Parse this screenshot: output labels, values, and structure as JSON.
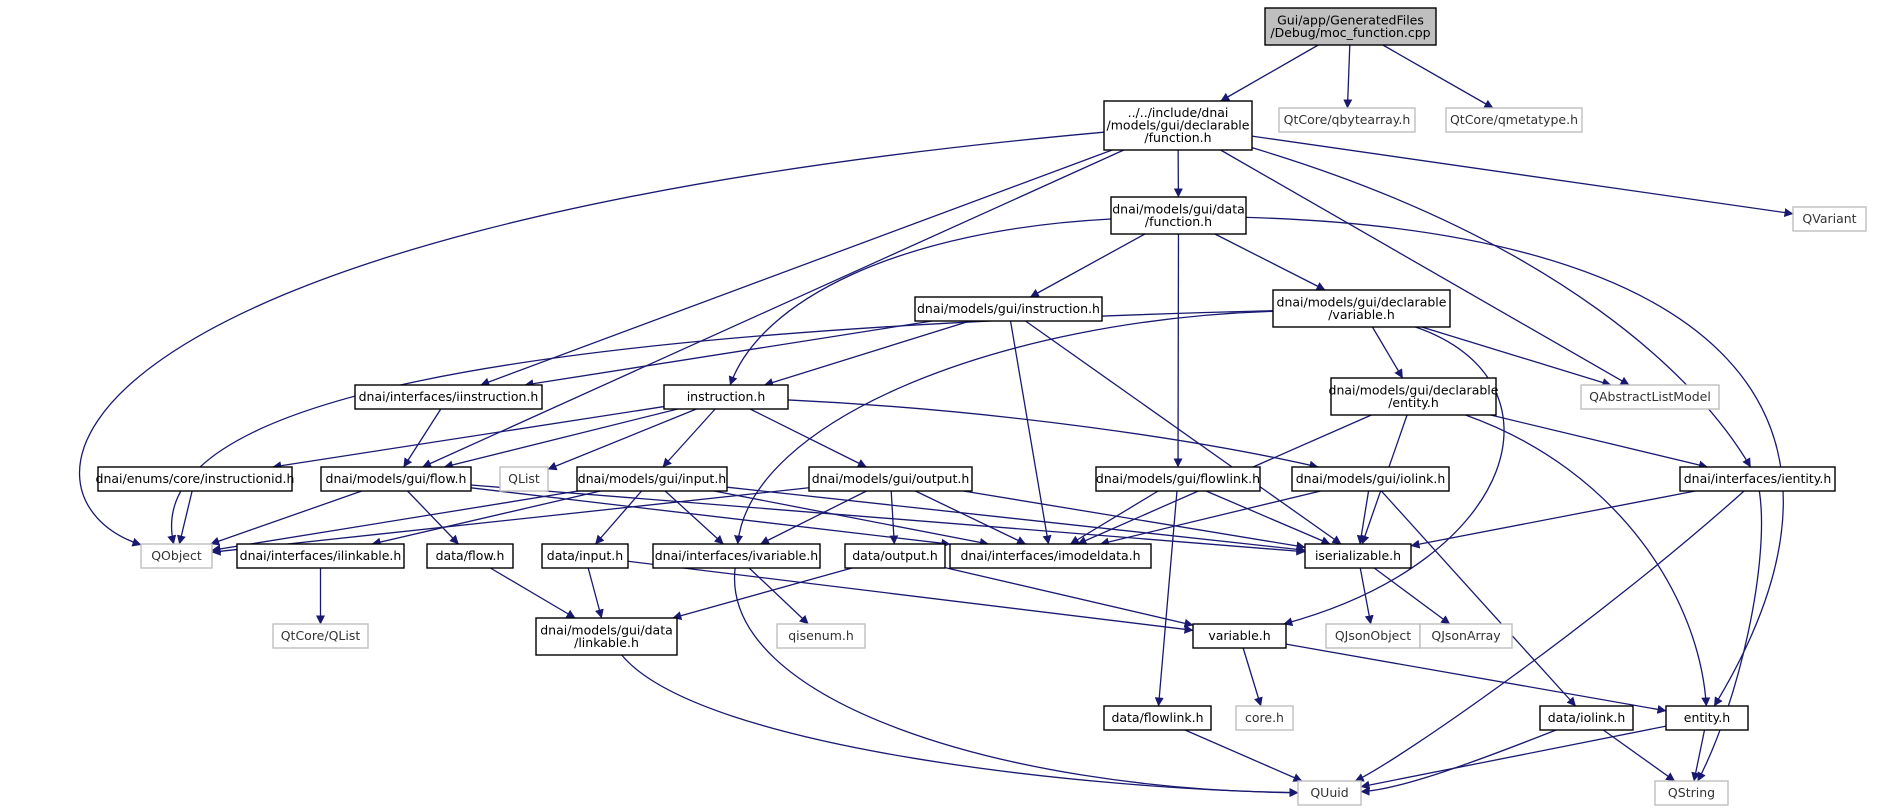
{
  "graph_title": "",
  "colors": {
    "edge": "#191970",
    "node_border": "#000000",
    "external_border": "#bfbfbf",
    "root_fill": "#bfbfbf"
  },
  "nodes": [
    {
      "id": "root",
      "lines": [
        "Gui/app/GeneratedFiles",
        "/Debug/moc_function.cpp"
      ],
      "kind": "root"
    },
    {
      "id": "decl_function",
      "lines": [
        "../../include/dnai",
        "/models/gui/declarable",
        "/function.h"
      ],
      "kind": "internal"
    },
    {
      "id": "qbytearray",
      "lines": [
        "QtCore/qbytearray.h"
      ],
      "kind": "external"
    },
    {
      "id": "qmetatype",
      "lines": [
        "QtCore/qmetatype.h"
      ],
      "kind": "external"
    },
    {
      "id": "qvariant",
      "lines": [
        "QVariant"
      ],
      "kind": "external"
    },
    {
      "id": "data_function",
      "lines": [
        "dnai/models/gui/data",
        "/function.h"
      ],
      "kind": "internal"
    },
    {
      "id": "gui_instruction",
      "lines": [
        "dnai/models/gui/instruction.h"
      ],
      "kind": "internal"
    },
    {
      "id": "decl_variable",
      "lines": [
        "dnai/models/gui/declarable",
        "/variable.h"
      ],
      "kind": "internal"
    },
    {
      "id": "iinstruction",
      "lines": [
        "dnai/interfaces/iinstruction.h"
      ],
      "kind": "internal"
    },
    {
      "id": "instruction_h",
      "lines": [
        "instruction.h"
      ],
      "kind": "internal"
    },
    {
      "id": "decl_entity",
      "lines": [
        "dnai/models/gui/declarable",
        "/entity.h"
      ],
      "kind": "internal"
    },
    {
      "id": "qabstractlistmodel",
      "lines": [
        "QAbstractListModel"
      ],
      "kind": "external"
    },
    {
      "id": "instructionid",
      "lines": [
        "dnai/enums/core/instructionid.h"
      ],
      "kind": "internal"
    },
    {
      "id": "gui_flow",
      "lines": [
        "dnai/models/gui/flow.h"
      ],
      "kind": "internal"
    },
    {
      "id": "qlist",
      "lines": [
        "QList"
      ],
      "kind": "external"
    },
    {
      "id": "gui_input",
      "lines": [
        "dnai/models/gui/input.h"
      ],
      "kind": "internal"
    },
    {
      "id": "gui_output",
      "lines": [
        "dnai/models/gui/output.h"
      ],
      "kind": "internal"
    },
    {
      "id": "gui_flowlink",
      "lines": [
        "dnai/models/gui/flowlink.h"
      ],
      "kind": "internal"
    },
    {
      "id": "gui_iolink",
      "lines": [
        "dnai/models/gui/iolink.h"
      ],
      "kind": "internal"
    },
    {
      "id": "ientity",
      "lines": [
        "dnai/interfaces/ientity.h"
      ],
      "kind": "internal"
    },
    {
      "id": "qobject",
      "lines": [
        "QObject"
      ],
      "kind": "external"
    },
    {
      "id": "ilinkable",
      "lines": [
        "dnai/interfaces/ilinkable.h"
      ],
      "kind": "internal"
    },
    {
      "id": "data_flow",
      "lines": [
        "data/flow.h"
      ],
      "kind": "internal"
    },
    {
      "id": "data_input",
      "lines": [
        "data/input.h"
      ],
      "kind": "internal"
    },
    {
      "id": "ivariable",
      "lines": [
        "dnai/interfaces/ivariable.h"
      ],
      "kind": "internal"
    },
    {
      "id": "data_output",
      "lines": [
        "data/output.h"
      ],
      "kind": "internal"
    },
    {
      "id": "imodeldata",
      "lines": [
        "dnai/interfaces/imodeldata.h"
      ],
      "kind": "internal"
    },
    {
      "id": "iserializable",
      "lines": [
        "iserializable.h"
      ],
      "kind": "internal"
    },
    {
      "id": "qtcore_qlist",
      "lines": [
        "QtCore/QList"
      ],
      "kind": "external"
    },
    {
      "id": "data_linkable",
      "lines": [
        "dnai/models/gui/data",
        "/linkable.h"
      ],
      "kind": "internal"
    },
    {
      "id": "qisenum",
      "lines": [
        "qisenum.h"
      ],
      "kind": "external"
    },
    {
      "id": "variable_h",
      "lines": [
        "variable.h"
      ],
      "kind": "internal"
    },
    {
      "id": "qjsonobject",
      "lines": [
        "QJsonObject"
      ],
      "kind": "external"
    },
    {
      "id": "qjsonarray",
      "lines": [
        "QJsonArray"
      ],
      "kind": "external"
    },
    {
      "id": "core_h",
      "lines": [
        "core.h"
      ],
      "kind": "external"
    },
    {
      "id": "data_flowlink",
      "lines": [
        "data/flowlink.h"
      ],
      "kind": "internal"
    },
    {
      "id": "data_iolink",
      "lines": [
        "data/iolink.h"
      ],
      "kind": "internal"
    },
    {
      "id": "entity_h",
      "lines": [
        "entity.h"
      ],
      "kind": "internal"
    },
    {
      "id": "quuid",
      "lines": [
        "QUuid"
      ],
      "kind": "external"
    },
    {
      "id": "qstring",
      "lines": [
        "QString"
      ],
      "kind": "external"
    }
  ],
  "edges": [
    [
      "root",
      "decl_function"
    ],
    [
      "root",
      "qbytearray"
    ],
    [
      "root",
      "qmetatype"
    ],
    [
      "decl_function",
      "data_function"
    ],
    [
      "decl_function",
      "qvariant"
    ],
    [
      "decl_function",
      "qobject"
    ],
    [
      "decl_function",
      "iinstruction"
    ],
    [
      "decl_function",
      "gui_flow"
    ],
    [
      "decl_function",
      "qabstractlistmodel"
    ],
    [
      "decl_function",
      "ientity"
    ],
    [
      "data_function",
      "gui_instruction"
    ],
    [
      "data_function",
      "decl_variable"
    ],
    [
      "data_function",
      "instruction_h"
    ],
    [
      "data_function",
      "gui_flowlink"
    ],
    [
      "data_function",
      "entity_h"
    ],
    [
      "gui_instruction",
      "iinstruction"
    ],
    [
      "gui_instruction",
      "instruction_h"
    ],
    [
      "gui_instruction",
      "imodeldata"
    ],
    [
      "gui_instruction",
      "iserializable"
    ],
    [
      "decl_variable",
      "decl_entity"
    ],
    [
      "decl_variable",
      "qabstractlistmodel"
    ],
    [
      "decl_variable",
      "qobject"
    ],
    [
      "decl_variable",
      "ivariable"
    ],
    [
      "decl_variable",
      "variable_h"
    ],
    [
      "iinstruction",
      "gui_flow"
    ],
    [
      "instruction_h",
      "instructionid"
    ],
    [
      "instruction_h",
      "gui_flow"
    ],
    [
      "instruction_h",
      "qlist"
    ],
    [
      "instruction_h",
      "gui_input"
    ],
    [
      "instruction_h",
      "gui_output"
    ],
    [
      "instruction_h",
      "gui_iolink"
    ],
    [
      "decl_entity",
      "ientity"
    ],
    [
      "decl_entity",
      "imodeldata"
    ],
    [
      "decl_entity",
      "iserializable"
    ],
    [
      "decl_entity",
      "entity_h"
    ],
    [
      "instructionid",
      "qobject"
    ],
    [
      "gui_flow",
      "qobject"
    ],
    [
      "gui_flow",
      "data_flow"
    ],
    [
      "gui_flow",
      "imodeldata"
    ],
    [
      "gui_flow",
      "iserializable"
    ],
    [
      "gui_input",
      "qobject"
    ],
    [
      "gui_input",
      "ilinkable"
    ],
    [
      "gui_input",
      "data_input"
    ],
    [
      "gui_input",
      "ivariable"
    ],
    [
      "gui_input",
      "imodeldata"
    ],
    [
      "gui_input",
      "iserializable"
    ],
    [
      "gui_output",
      "qobject"
    ],
    [
      "gui_output",
      "ivariable"
    ],
    [
      "gui_output",
      "data_output"
    ],
    [
      "gui_output",
      "imodeldata"
    ],
    [
      "gui_output",
      "iserializable"
    ],
    [
      "gui_flowlink",
      "imodeldata"
    ],
    [
      "gui_flowlink",
      "iserializable"
    ],
    [
      "gui_flowlink",
      "data_flowlink"
    ],
    [
      "gui_iolink",
      "imodeldata"
    ],
    [
      "gui_iolink",
      "iserializable"
    ],
    [
      "gui_iolink",
      "data_iolink"
    ],
    [
      "ientity",
      "iserializable"
    ],
    [
      "ientity",
      "quuid"
    ],
    [
      "ientity",
      "qstring"
    ],
    [
      "ilinkable",
      "qtcore_qlist"
    ],
    [
      "data_flow",
      "data_linkable"
    ],
    [
      "data_input",
      "data_linkable"
    ],
    [
      "data_input",
      "variable_h"
    ],
    [
      "ivariable",
      "qisenum"
    ],
    [
      "ivariable",
      "quuid"
    ],
    [
      "data_output",
      "data_linkable"
    ],
    [
      "data_output",
      "variable_h"
    ],
    [
      "iserializable",
      "qjsonobject"
    ],
    [
      "iserializable",
      "qjsonarray"
    ],
    [
      "data_linkable",
      "quuid"
    ],
    [
      "variable_h",
      "core_h"
    ],
    [
      "variable_h",
      "entity_h"
    ],
    [
      "data_flowlink",
      "quuid"
    ],
    [
      "data_iolink",
      "quuid"
    ],
    [
      "data_iolink",
      "qstring"
    ],
    [
      "entity_h",
      "quuid"
    ],
    [
      "entity_h",
      "qstring"
    ]
  ]
}
